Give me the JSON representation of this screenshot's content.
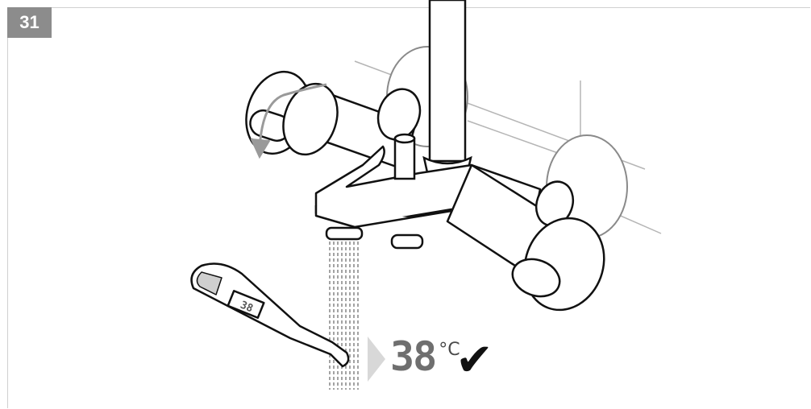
{
  "step": {
    "number": "31"
  },
  "readout": {
    "temperature": "38",
    "unit": "°C",
    "check": "✔"
  },
  "thermometer": {
    "display": "38"
  },
  "colors": {
    "badge": "#8c8c8c",
    "line": "#111111",
    "wall": "#b5b5b5",
    "arrow": "#9a9a9a"
  },
  "icons": [
    "rotate-arrow-icon",
    "play-arrow-icon",
    "checkmark-icon"
  ]
}
